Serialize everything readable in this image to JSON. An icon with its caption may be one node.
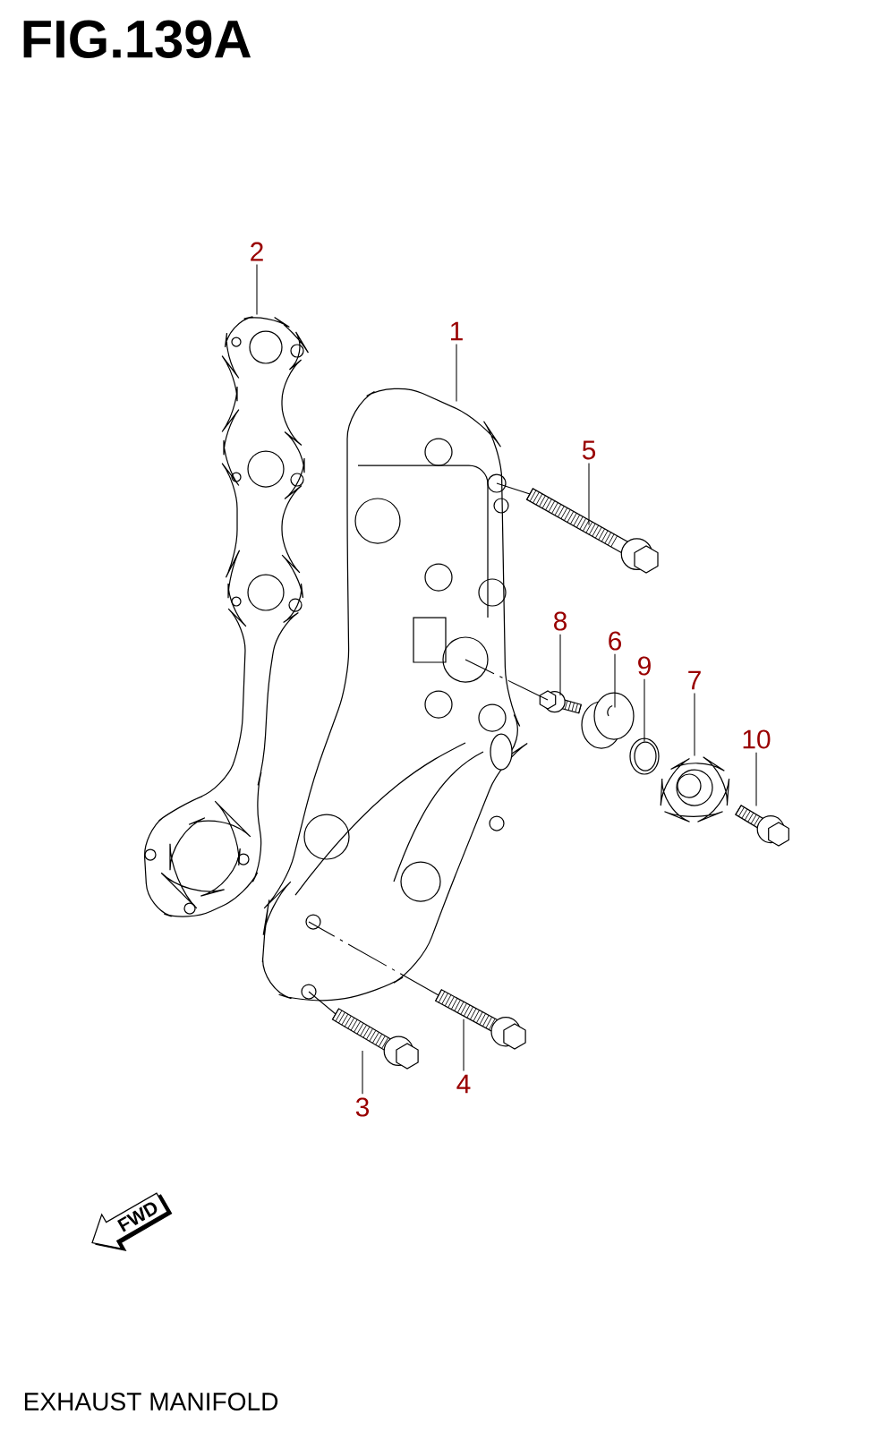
{
  "diagram": {
    "title": "FIG.139A",
    "nodes": [
      {
        "text": [
          "1"
        ]
      },
      {
        "text": [
          "2"
        ]
      },
      {
        "text": [
          "3"
        ]
      },
      {
        "text": [
          "4"
        ]
      },
      {
        "text": [
          "5"
        ]
      },
      {
        "text": [
          "6"
        ]
      },
      {
        "text": [
          "7"
        ]
      },
      {
        "text": [
          "8"
        ]
      },
      {
        "text": [
          "9"
        ]
      },
      {
        "text": [
          "10"
        ]
      },
      {
        "text": [],
        "shape": "picture"
      },
      {
        "text": [],
        "shape": "picture"
      },
      {
        "text": [],
        "shape": "picture"
      },
      {
        "text": [],
        "shape": "picture"
      },
      {
        "text": [],
        "shape": "picture"
      },
      {
        "text": [],
        "shape": "picture"
      },
      {
        "text": [],
        "shape": "picture"
      },
      {
        "text": [],
        "shape": "picture"
      },
      {
        "text": [],
        "shape": "picture"
      },
      {
        "text": [],
        "shape": "picture"
      },
      {
        "text": [
          "FWD"
        ]
      }
    ],
    "edges": [
      {
        "from": 0,
        "to": 10,
        "arrow": "none"
      },
      {
        "from": 1,
        "to": 11,
        "arrow": "none"
      },
      {
        "from": 2,
        "to": 12,
        "arrow": "none"
      },
      {
        "from": 3,
        "to": 13,
        "arrow": "none"
      },
      {
        "from": 4,
        "to": 14,
        "arrow": "none"
      },
      {
        "from": 5,
        "to": 15,
        "arrow": "none"
      },
      {
        "from": 6,
        "to": 16,
        "arrow": "none"
      },
      {
        "from": 7,
        "to": 17,
        "arrow": "none"
      },
      {
        "from": 8,
        "to": 18,
        "arrow": "none"
      },
      {
        "from": 9,
        "to": 19,
        "arrow": "none"
      },
      {
        "from": 12,
        "to": 10,
        "arrow": "none",
        "style": "dashed"
      },
      {
        "from": 13,
        "to": 10,
        "arrow": "none",
        "style": "dashed"
      },
      {
        "from": 14,
        "to": 10,
        "arrow": "none",
        "style": "dashed"
      },
      {
        "from": 17,
        "to": 10,
        "arrow": "none",
        "style": "dashed"
      }
    ],
    "labels": [
      "EXHAUST MANIFOLD"
    ]
  }
}
